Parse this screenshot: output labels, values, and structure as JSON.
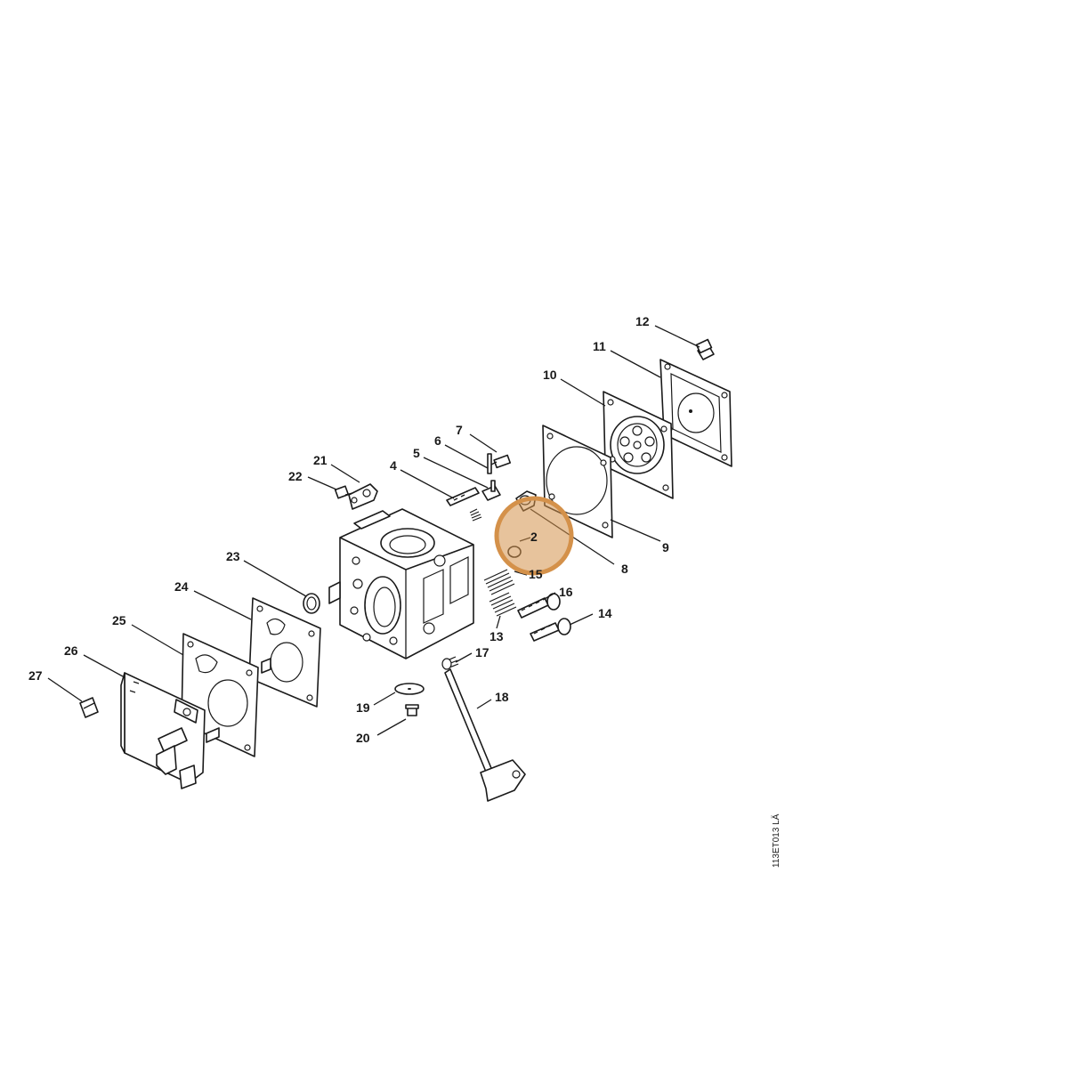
{
  "diagram": {
    "code": "113ET013 LÄ",
    "highlight_color": "#d4914a",
    "callouts": [
      {
        "id": "c2",
        "text": "2"
      },
      {
        "id": "c4",
        "text": "4"
      },
      {
        "id": "c5",
        "text": "5"
      },
      {
        "id": "c6",
        "text": "6"
      },
      {
        "id": "c7",
        "text": "7"
      },
      {
        "id": "c8",
        "text": "8"
      },
      {
        "id": "c9",
        "text": "9"
      },
      {
        "id": "c10",
        "text": "10"
      },
      {
        "id": "c11",
        "text": "11"
      },
      {
        "id": "c12",
        "text": "12"
      },
      {
        "id": "c13",
        "text": "13"
      },
      {
        "id": "c14",
        "text": "14"
      },
      {
        "id": "c15",
        "text": "15"
      },
      {
        "id": "c16",
        "text": "16"
      },
      {
        "id": "c17",
        "text": "17"
      },
      {
        "id": "c18",
        "text": "18"
      },
      {
        "id": "c19",
        "text": "19"
      },
      {
        "id": "c20",
        "text": "20"
      },
      {
        "id": "c21",
        "text": "21"
      },
      {
        "id": "c22",
        "text": "22"
      },
      {
        "id": "c23",
        "text": "23"
      },
      {
        "id": "c24",
        "text": "24"
      },
      {
        "id": "c25",
        "text": "25"
      },
      {
        "id": "c26",
        "text": "26"
      },
      {
        "id": "c27",
        "text": "27"
      }
    ]
  }
}
